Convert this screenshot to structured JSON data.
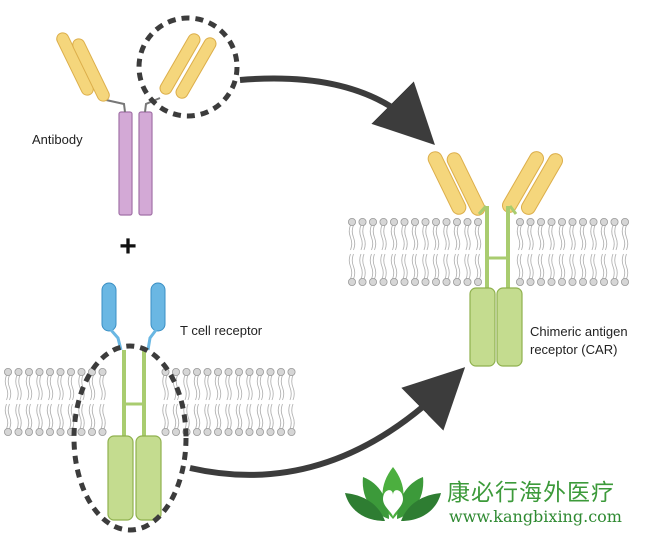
{
  "labels": {
    "antibody": "Antibody",
    "plus": "+",
    "tcr": "T cell receptor",
    "car_line1": "Chimeric antigen",
    "car_line2": "receptor (CAR)"
  },
  "watermark": {
    "cn": "康必行海外医疗",
    "url": "www.kangbixing.com"
  },
  "colors": {
    "antibody_chain": "#d3a9d6",
    "antibody_outline": "#a272a8",
    "antigen_binding": "#f5d67c",
    "antigen_outline": "#dcae4a",
    "tcr_blue": "#6ab7e3",
    "tcr_outline": "#3a8fc4",
    "receptor_green": "#c4dc8f",
    "receptor_outline": "#8fb14e",
    "arrow": "#3c3c3c",
    "membrane_head": "#d6d6d6",
    "logo_green": "#3c9a3a"
  }
}
